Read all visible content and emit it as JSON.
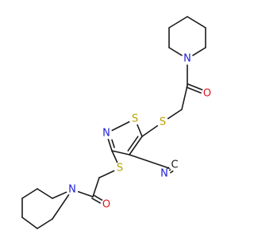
{
  "molecule": {
    "colors": {
      "bond": "#1a1a1a",
      "N": "#1f1fd6",
      "O": "#e0161b",
      "S": "#b8a100",
      "C": "#1a1a1a"
    },
    "atoms": {
      "s_ring": {
        "label": "S",
        "element": "S"
      },
      "n_ring": {
        "label": "N",
        "element": "N"
      },
      "s_upper": {
        "label": "S",
        "element": "S"
      },
      "o_upper": {
        "label": "O",
        "element": "O"
      },
      "n_pip_upper": {
        "label": "N",
        "element": "N"
      },
      "s_lower": {
        "label": "S",
        "element": "S"
      },
      "o_lower": {
        "label": "O",
        "element": "O"
      },
      "n_pip_lower": {
        "label": "N",
        "element": "N"
      },
      "nitrile_n": {
        "label": "N",
        "element": "N"
      },
      "nitrile_c": {
        "label": "C",
        "element": "C"
      }
    }
  }
}
